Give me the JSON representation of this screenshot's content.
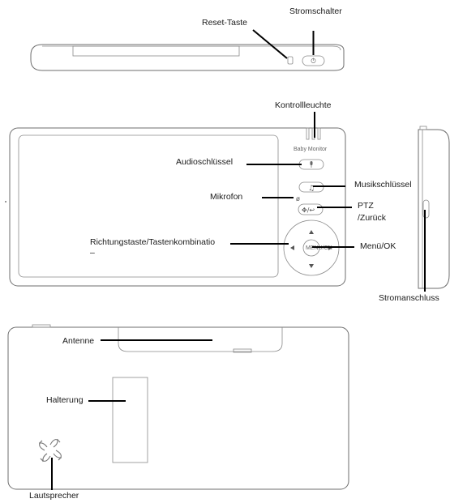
{
  "labels": {
    "reset": "Reset-Taste",
    "power_switch": "Stromschalter",
    "indicator": "Kontrollleuchte",
    "audio_key": "Audioschlüssel",
    "music_key": "Musikschlüssel",
    "microphone": "Mikrofon",
    "ptz": "PTZ",
    "back": "/Zurück",
    "direction": "Richtungstaste/Tastenkombinatio",
    "direction_cont": "–",
    "menu_ok": "Menü/OK",
    "power_port": "Stromanschluss",
    "antenna": "Antenne",
    "holder": "Halterung",
    "speaker": "Lautsprecher"
  },
  "device": {
    "brand_text": "Baby Monitor",
    "ok_text": "MENU/OK"
  },
  "icons": [
    "power-icon",
    "microphone-icon",
    "music-note-icon",
    "ptz-back-icon",
    "speaker-grille-icon",
    "arrow-up-icon",
    "arrow-down-icon",
    "arrow-left-icon",
    "arrow-right-icon"
  ]
}
